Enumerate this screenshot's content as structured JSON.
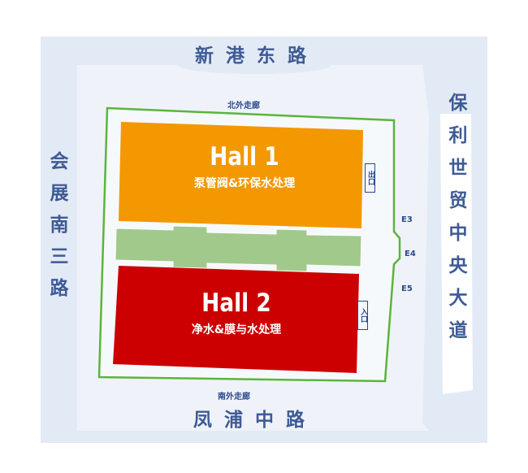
{
  "roads": {
    "north": "新港东路",
    "south": "凤浦中路",
    "west": "会展南三路",
    "east": "保利世贸中央大道"
  },
  "corridors": {
    "north": "北外走廊",
    "south": "南外走廊"
  },
  "entrances": {
    "e3": "E3",
    "e4": "E4",
    "e5": "E5"
  },
  "gates": {
    "exit": "出口",
    "entry": "入口"
  },
  "halls": [
    {
      "name": "Hall 1",
      "subtitle": "泵管阀&环保水处理",
      "color": "#f39800"
    },
    {
      "name": "Hall 2",
      "subtitle": "净水&膜与水处理",
      "color": "#cc0000"
    }
  ],
  "colors": {
    "road": "#e2eaf5",
    "ground": "#eff3f9",
    "outline": "#5bb53b",
    "connector": "#a1c98b",
    "label": "#3e5a96"
  }
}
